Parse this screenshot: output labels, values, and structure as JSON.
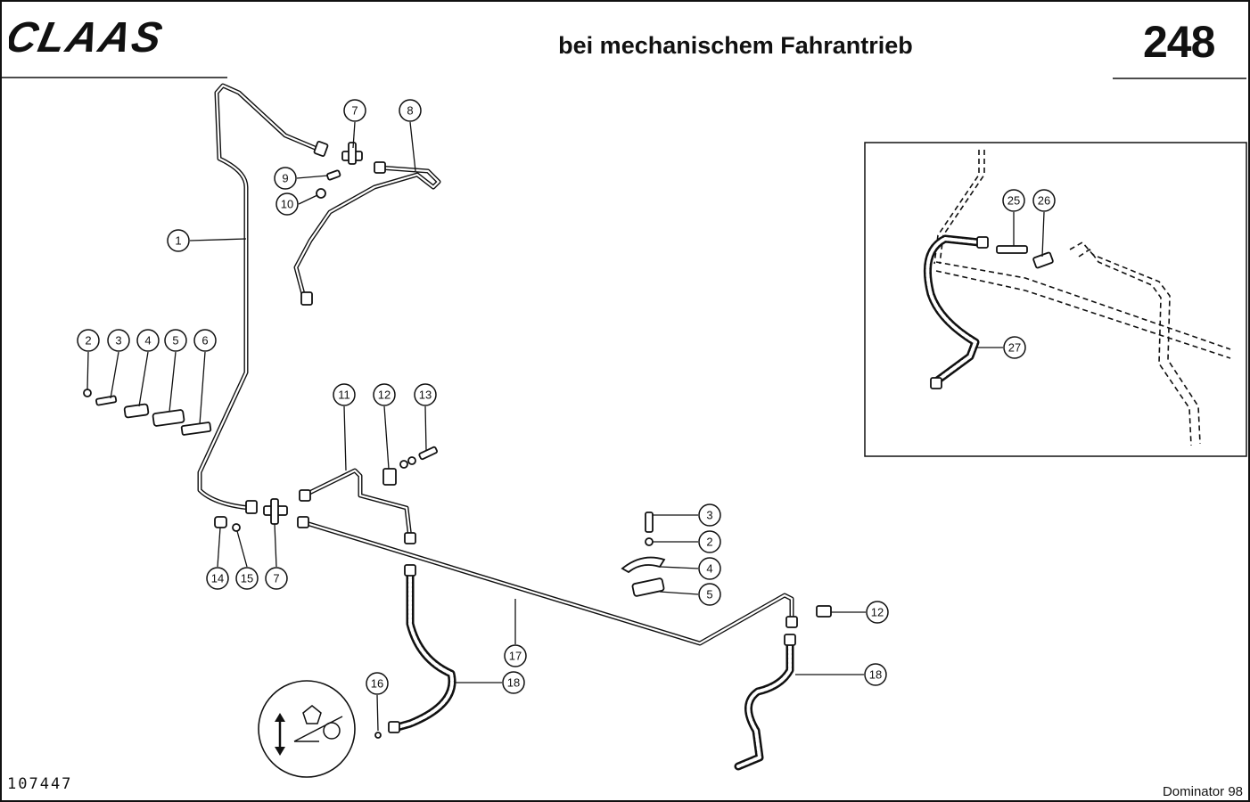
{
  "header": {
    "brand": "CLAAS",
    "title": "bei mechanischem Fahrantrieb",
    "page_number": "248"
  },
  "footer": {
    "document_number": "107447",
    "model": "Dominator 98"
  },
  "callouts": [
    {
      "label": "1"
    },
    {
      "label": "7"
    },
    {
      "label": "8"
    },
    {
      "label": "9"
    },
    {
      "label": "10"
    },
    {
      "label": "2"
    },
    {
      "label": "3"
    },
    {
      "label": "4"
    },
    {
      "label": "5"
    },
    {
      "label": "6"
    },
    {
      "label": "11"
    },
    {
      "label": "12"
    },
    {
      "label": "13"
    },
    {
      "label": "14"
    },
    {
      "label": "15"
    },
    {
      "label": "7"
    },
    {
      "label": "3"
    },
    {
      "label": "2"
    },
    {
      "label": "4"
    },
    {
      "label": "5"
    },
    {
      "label": "12"
    },
    {
      "label": "17"
    },
    {
      "label": "18"
    },
    {
      "label": "16"
    },
    {
      "label": "18"
    },
    {
      "label": "25"
    },
    {
      "label": "26"
    },
    {
      "label": "27"
    }
  ]
}
